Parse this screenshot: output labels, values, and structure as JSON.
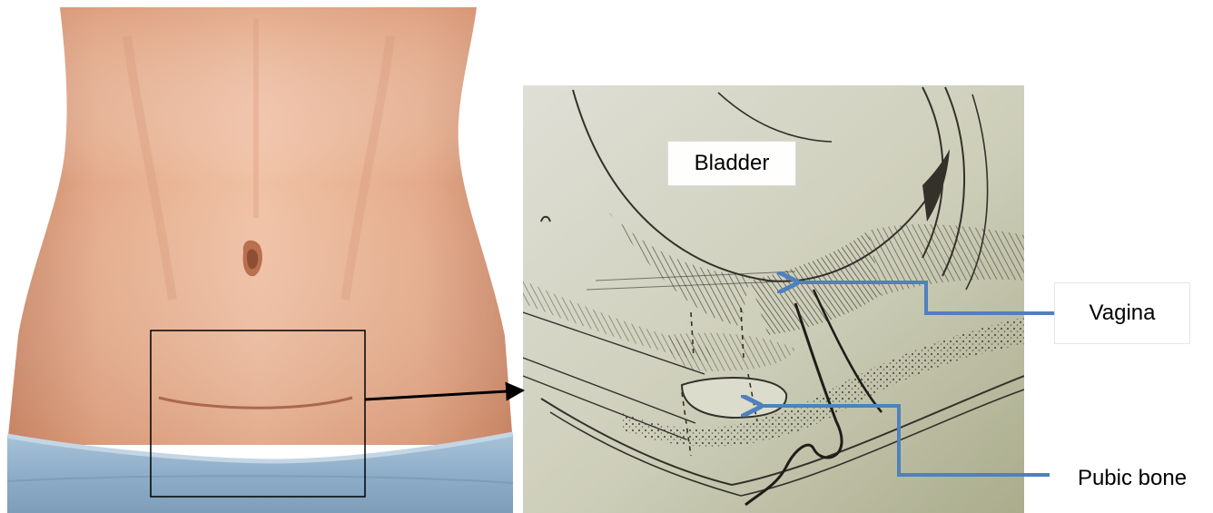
{
  "labels": {
    "bladder": "Bladder",
    "vagina": "Vagina",
    "pubic_bone": "Pubic bone"
  },
  "colors": {
    "skin": "#e2a788",
    "skin_shadow": "#c9825f",
    "waistband": "#8eaec9",
    "pointer_arrow": "#4f81bd",
    "inset_background": "#cfd0bd",
    "drawing_ink": "#33312a",
    "callout_box": "#000000"
  }
}
